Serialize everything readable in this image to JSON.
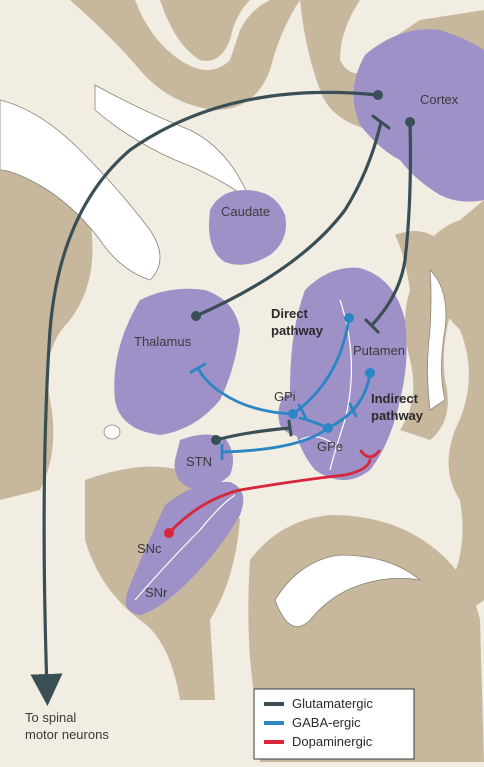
{
  "diagram": {
    "labels": {
      "cortex": "Cortex",
      "caudate": "Caudate",
      "thalamus": "Thalamus",
      "putamen": "Putamen",
      "gpi": "GPi",
      "gpe": "GPe",
      "stn": "STN",
      "snc": "SNc",
      "snr": "SNr",
      "direct_1": "Direct",
      "direct_2": "pathway",
      "indirect_1": "Indirect",
      "indirect_2": "pathway",
      "spinal_1": "To spinal",
      "spinal_2": "motor neurons"
    },
    "colors": {
      "background": "#f1ede2",
      "brain_tan": "#c7b89d",
      "white_matter": "#ffffff",
      "nucleus_purple": "#9d91c8",
      "glutamatergic": "#3a4f55",
      "gaba": "#2b86c3",
      "dopamine": "#d8263a"
    }
  },
  "legend": {
    "items": [
      {
        "label": "Glutamatergic",
        "color": "#3a4f55"
      },
      {
        "label": "GABA-ergic",
        "color": "#2b86c3"
      },
      {
        "label": "Dopaminergic",
        "color": "#d8263a"
      }
    ]
  }
}
